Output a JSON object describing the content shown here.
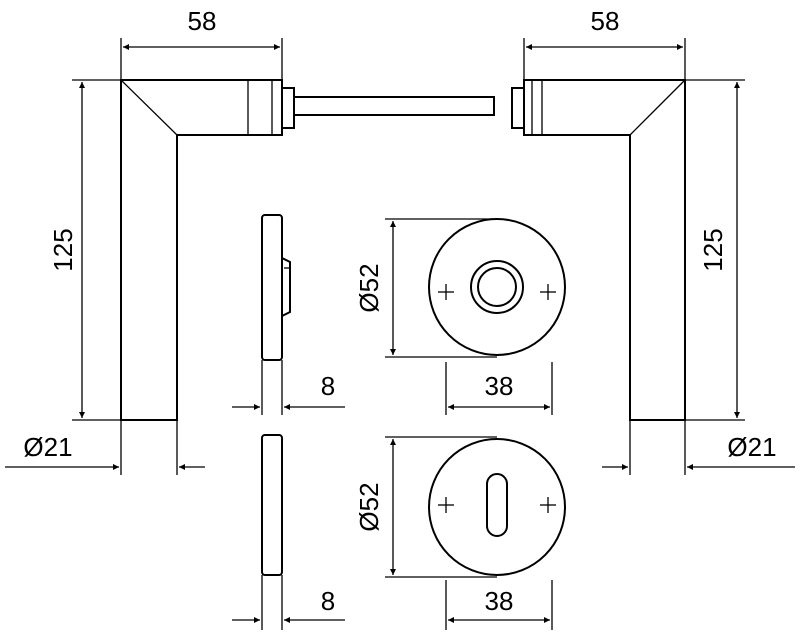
{
  "dimensions": {
    "left_width": "58",
    "right_width": "58",
    "left_height": "125",
    "right_height": "125",
    "left_diameter": "Ø21",
    "right_diameter": "Ø21",
    "rose_top_diameter": "Ø52",
    "rose_bottom_diameter": "Ø52",
    "rose_top_width": "38",
    "rose_bottom_width": "38",
    "rose_top_thickness": "8",
    "rose_bottom_thickness": "8"
  },
  "colors": {
    "line": "#000000",
    "background": "#ffffff"
  }
}
